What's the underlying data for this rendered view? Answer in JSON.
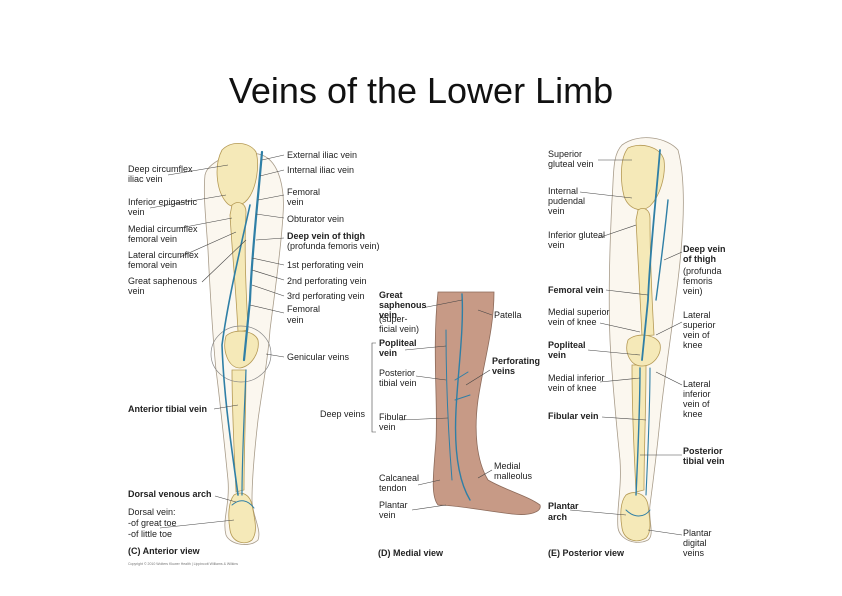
{
  "title": "Veins of the Lower Limb",
  "anterior": {
    "view_label": "(C) Anterior view",
    "left": [
      {
        "lines": [
          "Deep circumflex",
          "iliac vein"
        ],
        "bold": false
      },
      {
        "lines": [
          "Inferior epigastric",
          "vein"
        ],
        "bold": false
      },
      {
        "lines": [
          "Medial circumflex",
          "femoral vein"
        ],
        "bold": false
      },
      {
        "lines": [
          "Lateral circumflex",
          "femoral vein"
        ],
        "bold": false
      },
      {
        "lines": [
          "Great saphenous",
          "vein"
        ],
        "bold": false
      },
      {
        "lines": [
          "Anterior tibial vein"
        ],
        "bold": true
      },
      {
        "lines": [
          "Dorsal venous arch"
        ],
        "bold": true
      },
      {
        "lines": [
          "Dorsal vein:",
          "-of great toe",
          "-of little toe"
        ],
        "bold": false
      }
    ],
    "right": [
      {
        "lines": [
          "External iliac vein"
        ],
        "bold": false
      },
      {
        "lines": [
          "Internal iliac vein"
        ],
        "bold": false
      },
      {
        "lines": [
          "Femoral",
          "vein"
        ],
        "bold": false
      },
      {
        "lines": [
          "Obturator vein"
        ],
        "bold": false
      },
      {
        "lines": [
          "Deep vein of thigh"
        ],
        "bold": true
      },
      {
        "lines": [
          "(profunda femoris vein)"
        ],
        "bold": false
      },
      {
        "lines": [
          "1st perforating vein"
        ],
        "bold": false
      },
      {
        "lines": [
          "2nd perforating vein"
        ],
        "bold": false
      },
      {
        "lines": [
          "3rd perforating vein"
        ],
        "bold": false
      },
      {
        "lines": [
          "Femoral",
          "vein"
        ],
        "bold": false
      },
      {
        "lines": [
          "Genicular veins"
        ],
        "bold": false
      }
    ]
  },
  "medial": {
    "view_label": "(D) Medial view",
    "left": [
      {
        "lines": [
          "Great",
          "saphenous",
          "vein"
        ],
        "bold": true
      },
      {
        "lines": [
          "(super-",
          "ficial vein)"
        ],
        "bold": false
      },
      {
        "lines": [
          "Popliteal",
          "vein"
        ],
        "bold": true
      },
      {
        "lines": [
          "Posterior",
          "tibial vein"
        ],
        "bold": false
      },
      {
        "lines": [
          "Fibular",
          "vein"
        ],
        "bold": false
      },
      {
        "lines": [
          "Calcaneal",
          "tendon"
        ],
        "bold": false
      },
      {
        "lines": [
          "Plantar",
          "vein"
        ],
        "bold": false
      }
    ],
    "bracket_label": "Deep veins",
    "right": [
      {
        "lines": [
          "Patella"
        ],
        "bold": false
      },
      {
        "lines": [
          "Perforating",
          "veins"
        ],
        "bold": true
      },
      {
        "lines": [
          "Medial",
          "malleolus"
        ],
        "bold": false
      }
    ]
  },
  "posterior": {
    "view_label": "(E) Posterior view",
    "left": [
      {
        "lines": [
          "Superior",
          "gluteal vein"
        ],
        "bold": false
      },
      {
        "lines": [
          "Internal",
          "pudendal",
          "vein"
        ],
        "bold": false
      },
      {
        "lines": [
          "Inferior gluteal",
          "vein"
        ],
        "bold": false
      },
      {
        "lines": [
          "Femoral vein"
        ],
        "bold": true
      },
      {
        "lines": [
          "Medial superior",
          "vein of knee"
        ],
        "bold": false
      },
      {
        "lines": [
          "Popliteal",
          "vein"
        ],
        "bold": true
      },
      {
        "lines": [
          "Medial inferior",
          "vein of knee"
        ],
        "bold": false
      },
      {
        "lines": [
          "Fibular vein"
        ],
        "bold": true
      },
      {
        "lines": [
          "Plantar",
          "arch"
        ],
        "bold": true
      }
    ],
    "right": [
      {
        "lines": [
          "Deep vein",
          "of thigh"
        ],
        "bold": true
      },
      {
        "lines": [
          "(profunda",
          "femoris",
          "vein)"
        ],
        "bold": false
      },
      {
        "lines": [
          "Lateral",
          "superior",
          "vein of",
          "knee"
        ],
        "bold": false
      },
      {
        "lines": [
          "Lateral",
          "inferior",
          "vein of",
          "knee"
        ],
        "bold": false
      },
      {
        "lines": [
          "Posterior",
          "tibial vein"
        ],
        "bold": true
      },
      {
        "lines": [
          "Plantar",
          "digital",
          "veins"
        ],
        "bold": false
      }
    ]
  },
  "copyright": "Copyright © 2010 Wolters Kluwer Health | Lippincott Williams & Wilkins",
  "colors": {
    "vein": "#2f7fa6",
    "bone": "#f5e9b8",
    "skin": "#fbf7ef",
    "tissue": "#c79a86"
  }
}
